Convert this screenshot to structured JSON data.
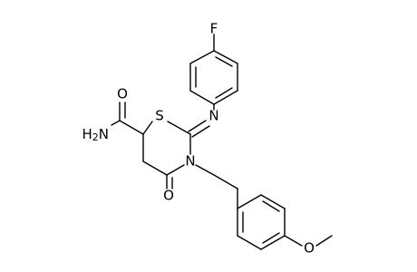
{
  "molecule": {
    "atoms": {
      "fluorine": "F",
      "sulfur": "S",
      "imine_nitrogen": "N",
      "ring_nitrogen": "N",
      "amide_group": "H2N",
      "amide_oxygen": "O",
      "keto_oxygen": "O",
      "methoxy_oxygen": "O"
    },
    "colors": {
      "bond": "#000000",
      "label": "#000000",
      "background": "#ffffff"
    }
  }
}
